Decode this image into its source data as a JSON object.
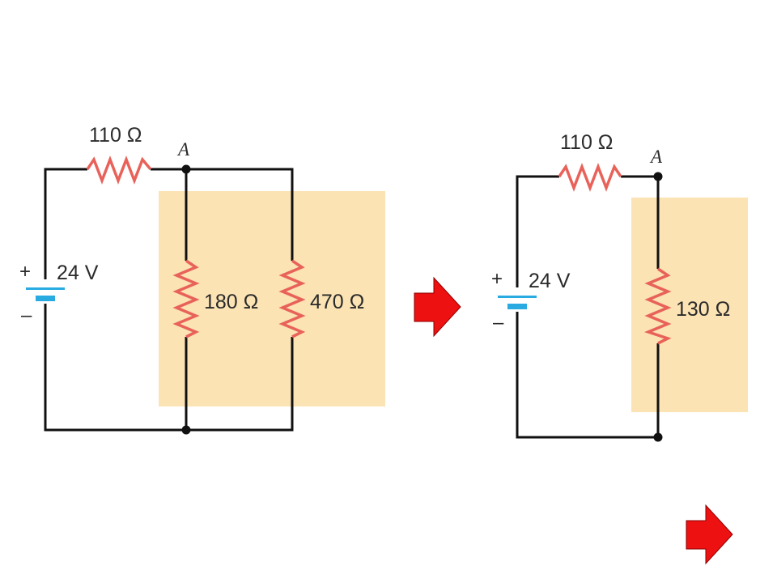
{
  "colors": {
    "highlight": "#fbe3b4",
    "resistor": "#e8625a",
    "battery": "#29abe2",
    "wire": "#111111",
    "arrow": "#ee1111"
  },
  "left_circuit": {
    "series_resistor": "110 Ω",
    "node": "A",
    "battery_voltage": "24 V",
    "battery_plus": "+",
    "battery_minus": "–",
    "parallel_resistor_1": "180 Ω",
    "parallel_resistor_2": "470 Ω"
  },
  "right_circuit": {
    "series_resistor": "110 Ω",
    "node": "A",
    "battery_voltage": "24 V",
    "battery_plus": "+",
    "battery_minus": "–",
    "equivalent_resistor": "130 Ω"
  },
  "icons": {
    "middle_arrow": "right-arrow-icon",
    "next_arrow": "right-arrow-icon"
  }
}
